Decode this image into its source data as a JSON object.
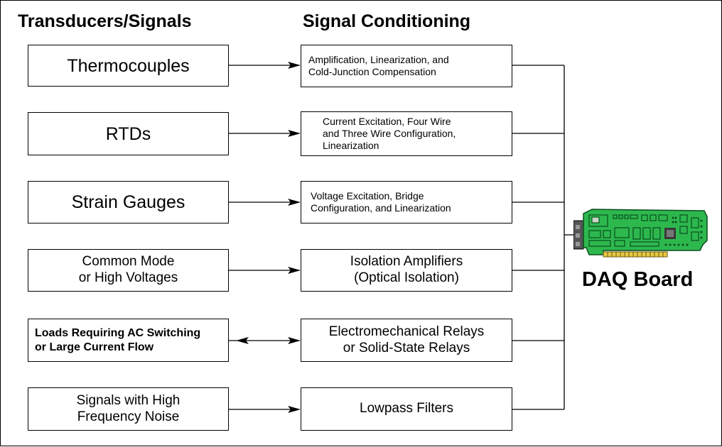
{
  "headings": {
    "transducers": "Transducers/Signals",
    "conditioning": "Signal Conditioning"
  },
  "transducers": [
    {
      "lines": [
        "Thermocouples"
      ]
    },
    {
      "lines": [
        "RTDs"
      ]
    },
    {
      "lines": [
        "Strain Gauges"
      ]
    },
    {
      "lines": [
        "Common Mode",
        "or High Voltages"
      ]
    },
    {
      "lines": [
        "Loads Requiring AC Switching",
        "or Large Current Flow"
      ]
    },
    {
      "lines": [
        "Signals with High",
        "Frequency Noise"
      ]
    }
  ],
  "conditioning": [
    {
      "lines": [
        "Amplification, Linearization, and",
        "Cold-Junction Compensation"
      ]
    },
    {
      "lines": [
        "Current Excitation, Four Wire",
        "and Three Wire Configuration,",
        "Linearization"
      ]
    },
    {
      "lines": [
        "Voltage Excitation, Bridge",
        "Configuration, and Linearization"
      ]
    },
    {
      "lines": [
        "Isolation Amplifiers",
        "(Optical Isolation)"
      ]
    },
    {
      "lines": [
        "Electromechanical Relays",
        "or Solid-State Relays"
      ]
    },
    {
      "lines": [
        "Lowpass Filters"
      ]
    }
  ],
  "daq": {
    "label": "DAQ Board",
    "icon": "circuit-board-icon",
    "colors": {
      "board": "#2db84e",
      "trace": "#0b4d1c",
      "chip": "#3a3a3a"
    }
  },
  "connections": [
    {
      "from": "transducer-1",
      "to": "conditioning-1",
      "direction": "forward"
    },
    {
      "from": "transducer-2",
      "to": "conditioning-2",
      "direction": "forward"
    },
    {
      "from": "transducer-3",
      "to": "conditioning-3",
      "direction": "forward"
    },
    {
      "from": "transducer-4",
      "to": "conditioning-4",
      "direction": "forward"
    },
    {
      "from": "transducer-5",
      "to": "conditioning-5",
      "direction": "bidirectional"
    },
    {
      "from": "transducer-6",
      "to": "conditioning-6",
      "direction": "forward"
    }
  ]
}
